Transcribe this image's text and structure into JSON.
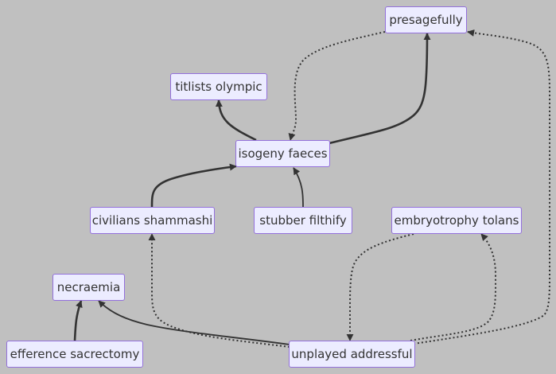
{
  "diagram": {
    "type": "flowchart",
    "colors": {
      "background": "#c0c0c0",
      "node_fill": "#ececff",
      "node_border": "#9370db",
      "edge": "#333333",
      "text": "#333333"
    },
    "nodes": {
      "presagefully": "presagefully",
      "titlists_olympic": "titlists olympic",
      "isogeny_faeces": "isogeny faeces",
      "civilians_shammashi": "civilians shammashi",
      "stubber_filthify": "stubber filthify",
      "embryotrophy_tolans": "embryotrophy tolans",
      "necraemia": "necraemia",
      "efference_sacrectomy": "efference sacrectomy",
      "unplayed_addressful": "unplayed addressful"
    },
    "edges": [
      {
        "from": "isogeny_faeces",
        "to": "titlists_olympic",
        "style": "solid"
      },
      {
        "from": "isogeny_faeces",
        "to": "presagefully",
        "style": "solid"
      },
      {
        "from": "presagefully",
        "to": "isogeny_faeces",
        "style": "dotted"
      },
      {
        "from": "civilians_shammashi",
        "to": "isogeny_faeces",
        "style": "solid"
      },
      {
        "from": "stubber_filthify",
        "to": "isogeny_faeces",
        "style": "solid"
      },
      {
        "from": "efference_sacrectomy",
        "to": "necraemia",
        "style": "solid"
      },
      {
        "from": "unplayed_addressful",
        "to": "necraemia",
        "style": "solid"
      },
      {
        "from": "unplayed_addressful",
        "to": "civilians_shammashi",
        "style": "dotted"
      },
      {
        "from": "embryotrophy_tolans",
        "to": "unplayed_addressful",
        "style": "dotted"
      },
      {
        "from": "unplayed_addressful",
        "to": "embryotrophy_tolans",
        "style": "dotted"
      },
      {
        "from": "unplayed_addressful",
        "to": "presagefully",
        "style": "dotted"
      }
    ]
  }
}
